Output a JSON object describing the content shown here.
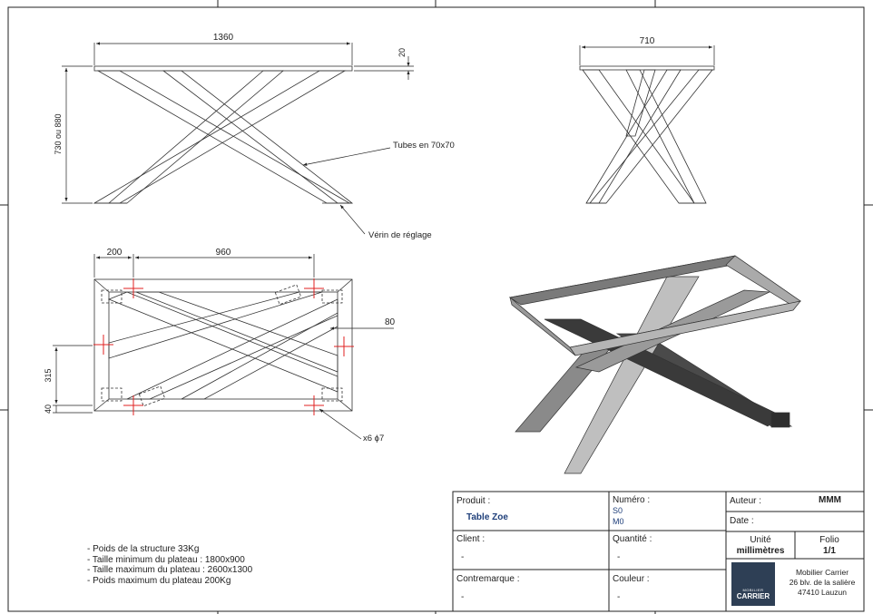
{
  "drawing": {
    "front_view": {
      "width_dim": "1360",
      "top_dim": "20",
      "height_dim": "730 ou 880"
    },
    "side_view": {
      "width_dim": "710"
    },
    "top_view": {
      "dim_a": "200",
      "dim_b": "960",
      "dim_c": "80",
      "dim_d": "315",
      "dim_e": "40",
      "holes": "x6 ϕ7"
    },
    "annotations": {
      "tubes": "Tubes en 70x70",
      "verin": "Vérin de réglage"
    }
  },
  "notes": [
    "- Poids de la structure 33Kg",
    "- Taille minimum du plateau : 1800x900",
    "- Taille maximum du plateau : 2600x1300",
    "- Poids maximum du plateau 200Kg"
  ],
  "title_block": {
    "produit_label": "Produit :",
    "produit_value": "Table Zoe",
    "numero_label": "Numéro :",
    "numero_values": [
      "S0",
      "M0"
    ],
    "auteur_label": "Auteur :",
    "auteur_value": "MMM",
    "date_label": "Date :",
    "client_label": "Client :",
    "client_value": "-",
    "quantite_label": "Quantité :",
    "quantite_value": "-",
    "unite_label": "Unité",
    "unite_value": "millimètres",
    "folio_label": "Folio",
    "folio_value": "1/1",
    "contremarque_label": "Contremarque :",
    "contremarque_value": "-",
    "couleur_label": "Couleur :",
    "couleur_value": "-",
    "logo_small": "MOBILIER",
    "logo_big": "CARRIER",
    "company_name": "Mobilier Carrier",
    "company_address1": "26 blv. de la salière",
    "company_address2": "47410 Lauzun"
  }
}
